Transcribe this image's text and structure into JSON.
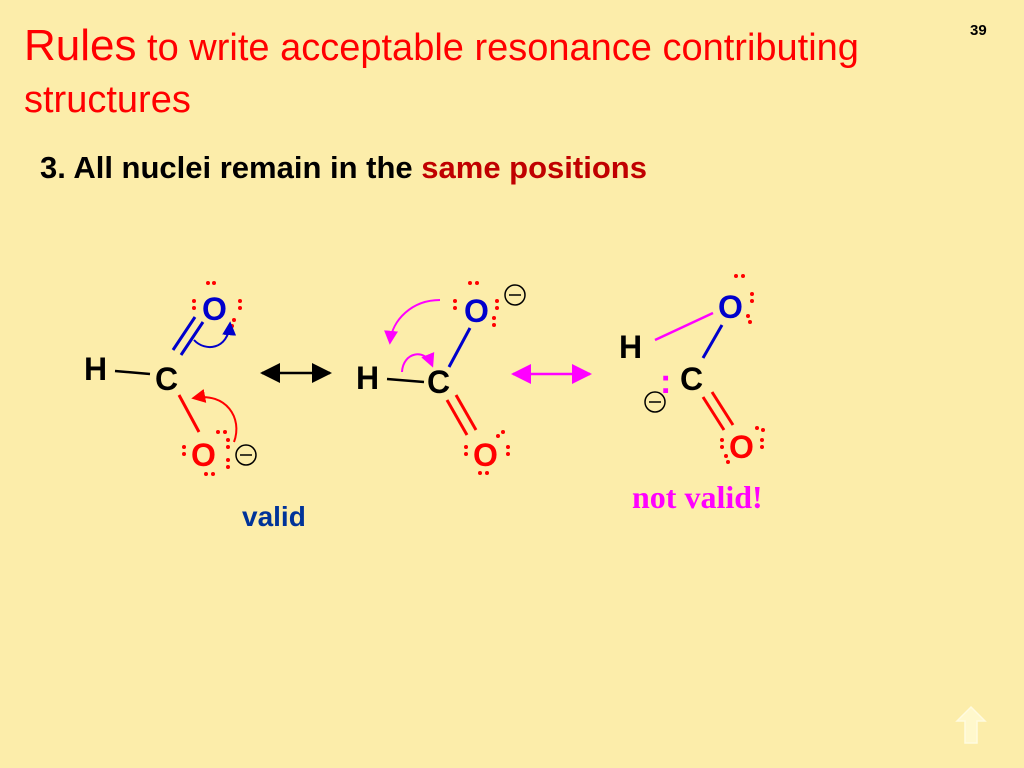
{
  "slide": {
    "title_lead": "Rules",
    "title_rest": " to write acceptable resonance contributing structures",
    "page_number": "39",
    "rule_prefix": "3. All nuclei remain in the ",
    "rule_highlight": "same positions"
  },
  "structures": {
    "s1": {
      "h": "H",
      "c": "C",
      "o_top": "O",
      "o_bottom": "O",
      "charge": "⊖"
    },
    "s2": {
      "h": "H",
      "c": "C",
      "o_top": "O",
      "o_bottom": "O",
      "charge": "⊖"
    },
    "s3": {
      "h": "H",
      "c": "C",
      "o_top": "O",
      "o_bottom": "O",
      "charge": "⊖",
      "lone_pair": ":"
    }
  },
  "labels": {
    "valid": "valid",
    "not_valid": "not valid!"
  },
  "colors": {
    "background": "#fcedaa",
    "title": "#ff0000",
    "oxygen": "#ff0000",
    "bond_blue": "#0000cc",
    "valid_text": "#003399",
    "invalid_magenta": "#ff00ff",
    "rule_highlight": "#c00000"
  },
  "icons": [
    "resonance-arrow-icon",
    "curved-arrow-icon",
    "home-arrow-icon"
  ]
}
